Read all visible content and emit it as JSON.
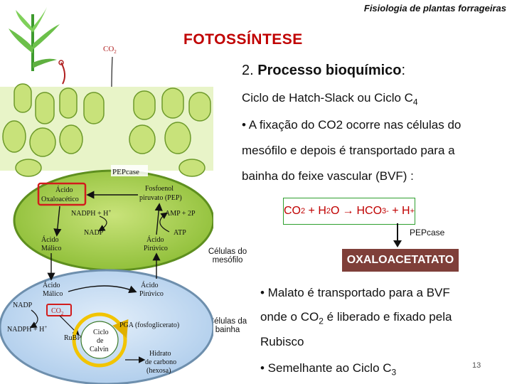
{
  "header": {
    "course": "Fisiologia de plantas forrageiras"
  },
  "slide": {
    "title": "FOTOSSÍNTESE",
    "subtitle_num": "2.",
    "subtitle_text": "Processo bioquímico",
    "subtitle_colon": ":",
    "cycle_prefix": "Ciclo de Hatch-Slack ou Ciclo C",
    "cycle_sub": "4",
    "bullet1_line1": "• A fixação do CO2 ocorre nas células do",
    "bullet1_line2": "mesófilo e depois é transportado para a",
    "bullet1_line3": "bainha do feixe vascular (BVF) :",
    "equation": {
      "co2": "CO",
      "co2_sub": "2",
      "plus1": " + H",
      "h2o_sub": "2",
      "h2o_o": "O",
      "hco3": "HCO",
      "hco3_sub": "3",
      "hco3_sup": "-",
      "plus2": " + H",
      "h_sup": "+"
    },
    "enzyme_label": "PEPcase",
    "product": "OXALOACETATATO",
    "bullet2_line1": "• Malato é transportado para a BVF",
    "bullet2_line2_a": "onde o CO",
    "bullet2_line2_sub": "2",
    "bullet2_line2_b": " é liberado e fixado pela",
    "bullet2_line3": "Rubisco",
    "bullet3_a": "• Semelhante ao Ciclo C",
    "bullet3_sub": "3",
    "page_number": "13"
  },
  "diagram": {
    "co2_top": "CO",
    "co2_top_sub": "2",
    "pepcase": "PEPcase",
    "acido_oxaloacetico_1": "Ácido",
    "acido_oxaloacetico_2": "Oxaloacético",
    "fosfoenol_1": "Fosfoenol",
    "fosfoenol_2": "piruvato (PEP)",
    "nadph_h_top": "NADPH + H",
    "nadp_top": "NADP",
    "amp": "AMP + 2P",
    "atp": "ATP",
    "acido_malico_1": "Ácido",
    "acido_malico_2": "Málico",
    "acido_piruvico_1": "Ácido",
    "acido_piruvico_2": "Pirúvico",
    "celulas_mesofilo_1": "Células do",
    "celulas_mesofilo_2": "mesófilo",
    "acido_malico_b1": "Ácido",
    "acido_malico_b2": "Málico",
    "acido_piruvico_b1": "Ácido",
    "acido_piruvico_b2": "Pirúvico",
    "nadp_bottom": "NADP",
    "co2_bottom": "CO",
    "co2_bottom_sub": "2",
    "nadph_h_bottom": "NADPH + H",
    "rubp": "RuBP",
    "ciclo_1": "Ciclo",
    "ciclo_2": "de",
    "ciclo_3": "Calvin",
    "pga": "PGA (fosfoglicerato)",
    "celulas_bainha_1": "Células da",
    "celulas_bainha_2": "bainha",
    "hidrato_1": "Hidrato",
    "hidrato_2": "de carbono",
    "hidrato_3": "(hexosa)"
  },
  "colors": {
    "title_red": "#c00000",
    "equation_border": "#2e9f2e",
    "product_bg": "#7f3f39",
    "mesophyll_fill": "#a7cf4a",
    "bundle_fill": "#bcd6ee",
    "calvin_yellow": "#f2c400",
    "highlight_red": "#d21c1c"
  }
}
